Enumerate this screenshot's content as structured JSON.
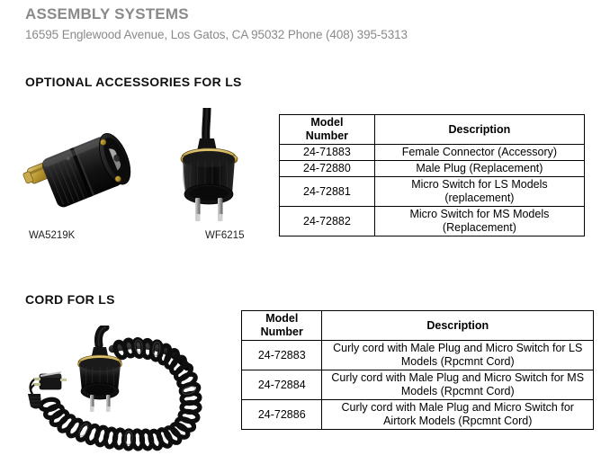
{
  "letterhead": {
    "company_name": "ASSEMBLY SYSTEMS",
    "address": "16595 Englewood Avenue, Los Gatos, CA 95032 Phone (408) 395-5313",
    "text_color": "#8a8a8a"
  },
  "sections": [
    {
      "id": "accessories",
      "heading": "OPTIONAL ACCESSORIES FOR LS",
      "figures": [
        {
          "icon": "female-connector-photo",
          "caption": "WA5219K"
        },
        {
          "icon": "male-plug-photo",
          "caption": "WF6215"
        }
      ],
      "table": {
        "headers": [
          "Model Number",
          "Description"
        ],
        "header_model_line1": "Model",
        "header_model_line2": "Number",
        "header_description": "Description",
        "rows": [
          {
            "model": "24-71883",
            "description": "Female Connector  (Accessory)"
          },
          {
            "model": "24-72880",
            "description": "Male Plug (Replacement)"
          },
          {
            "model": "24-72881",
            "description": "Micro Switch for LS Models (replacement)"
          },
          {
            "model": "24-72882",
            "description": "Micro Switch for MS Models (Replacement)"
          }
        ]
      }
    },
    {
      "id": "cord",
      "heading": "CORD FOR LS",
      "figures": [
        {
          "icon": "curly-cord-photo",
          "caption": ""
        }
      ],
      "table": {
        "headers": [
          "Model Number",
          "Description"
        ],
        "header_model_line1": "Model",
        "header_model_line2": "Number",
        "header_description": "Description",
        "rows": [
          {
            "model": "24-72883",
            "description": "Curly cord with Male Plug and Micro Switch for LS Models (Rpcmnt Cord)"
          },
          {
            "model": "24-72884",
            "description": "Curly cord with Male Plug and Micro Switch for MS Models (Rpcmnt Cord)"
          },
          {
            "model": "24-72886",
            "description": "Curly cord with Male Plug and Micro Switch for Airtork Models (Rpcmnt Cord)"
          }
        ]
      }
    }
  ],
  "colors": {
    "page_background": "#ffffff",
    "table_border": "#000000",
    "body_text": "#000000",
    "letterhead_gray": "#8a8a8a",
    "product_black": "#1a1a1a",
    "product_brass": "#b8952e"
  }
}
